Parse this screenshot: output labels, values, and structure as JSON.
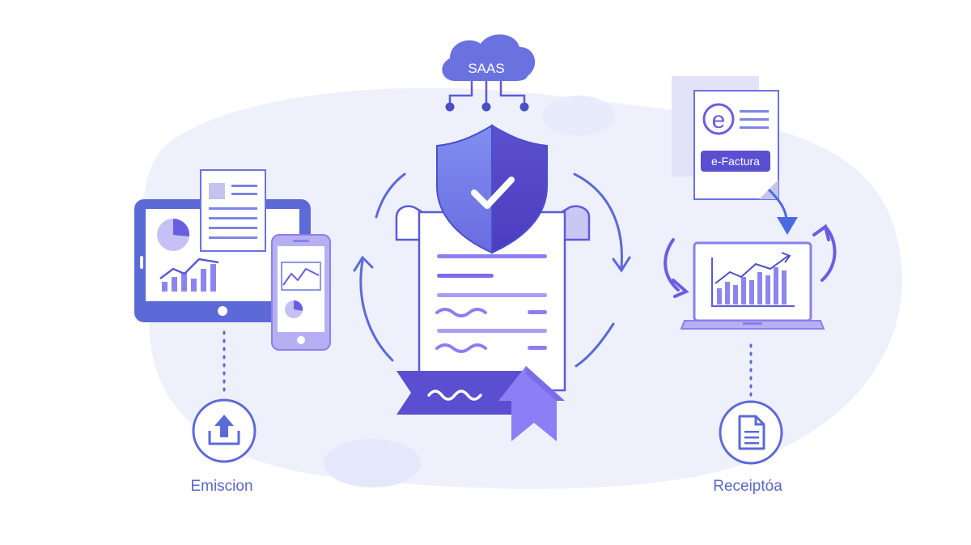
{
  "cloud": {
    "label": "SAAS"
  },
  "document_card": {
    "icon_letter": "e",
    "badge": "e-Factura"
  },
  "steps": {
    "emission": {
      "label": "Emiscion",
      "icon": "upload-icon"
    },
    "reception": {
      "label": "Receiptóa",
      "icon": "document-icon"
    }
  },
  "colors": {
    "primary": "#5b5bd6",
    "primary_dark": "#4a3fc4",
    "light": "#e8e9fb",
    "accent": "#7b6cf0",
    "label": "#5a68c8"
  }
}
